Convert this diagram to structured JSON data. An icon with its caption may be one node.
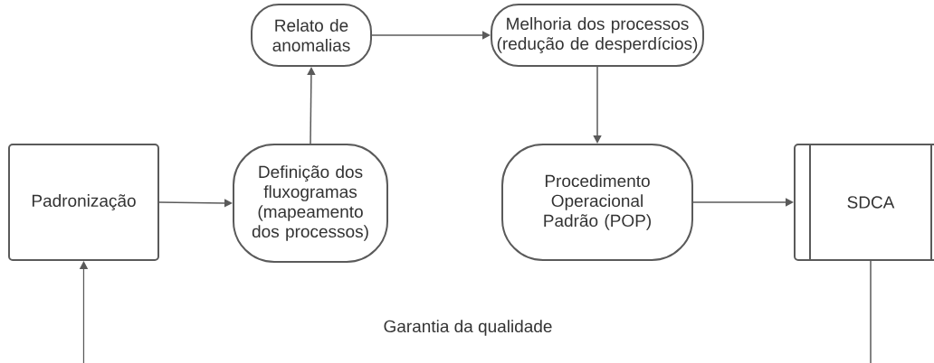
{
  "diagram": {
    "nodes": [
      {
        "text": [
          "Padronização"
        ]
      },
      {
        "text": [
          "Relato de anomalias"
        ]
      },
      {
        "text": [
          "Definição dos fluxogramas (mapeamento dos processos)"
        ]
      },
      {
        "text": [
          "Melhoria dos processos (redução de desperdícios)"
        ]
      },
      {
        "text": [
          "Procedimento Operacional Padrão (POP)"
        ]
      },
      {
        "text": [
          "SDCA"
        ]
      }
    ],
    "edges": [
      {
        "from": 0,
        "to": 2,
        "arrow": "to"
      },
      {
        "from": 2,
        "to": 1,
        "arrow": "to"
      },
      {
        "from": 1,
        "to": 3,
        "arrow": "to"
      },
      {
        "from": 3,
        "to": 4,
        "arrow": "to"
      },
      {
        "from": 4,
        "to": 5,
        "arrow": "to"
      },
      {
        "from": null,
        "to": 0,
        "arrow": "to"
      },
      {
        "from": 5,
        "to": null,
        "arrow": "none"
      }
    ],
    "labels": [
      "Garantia da qualidade"
    ]
  }
}
